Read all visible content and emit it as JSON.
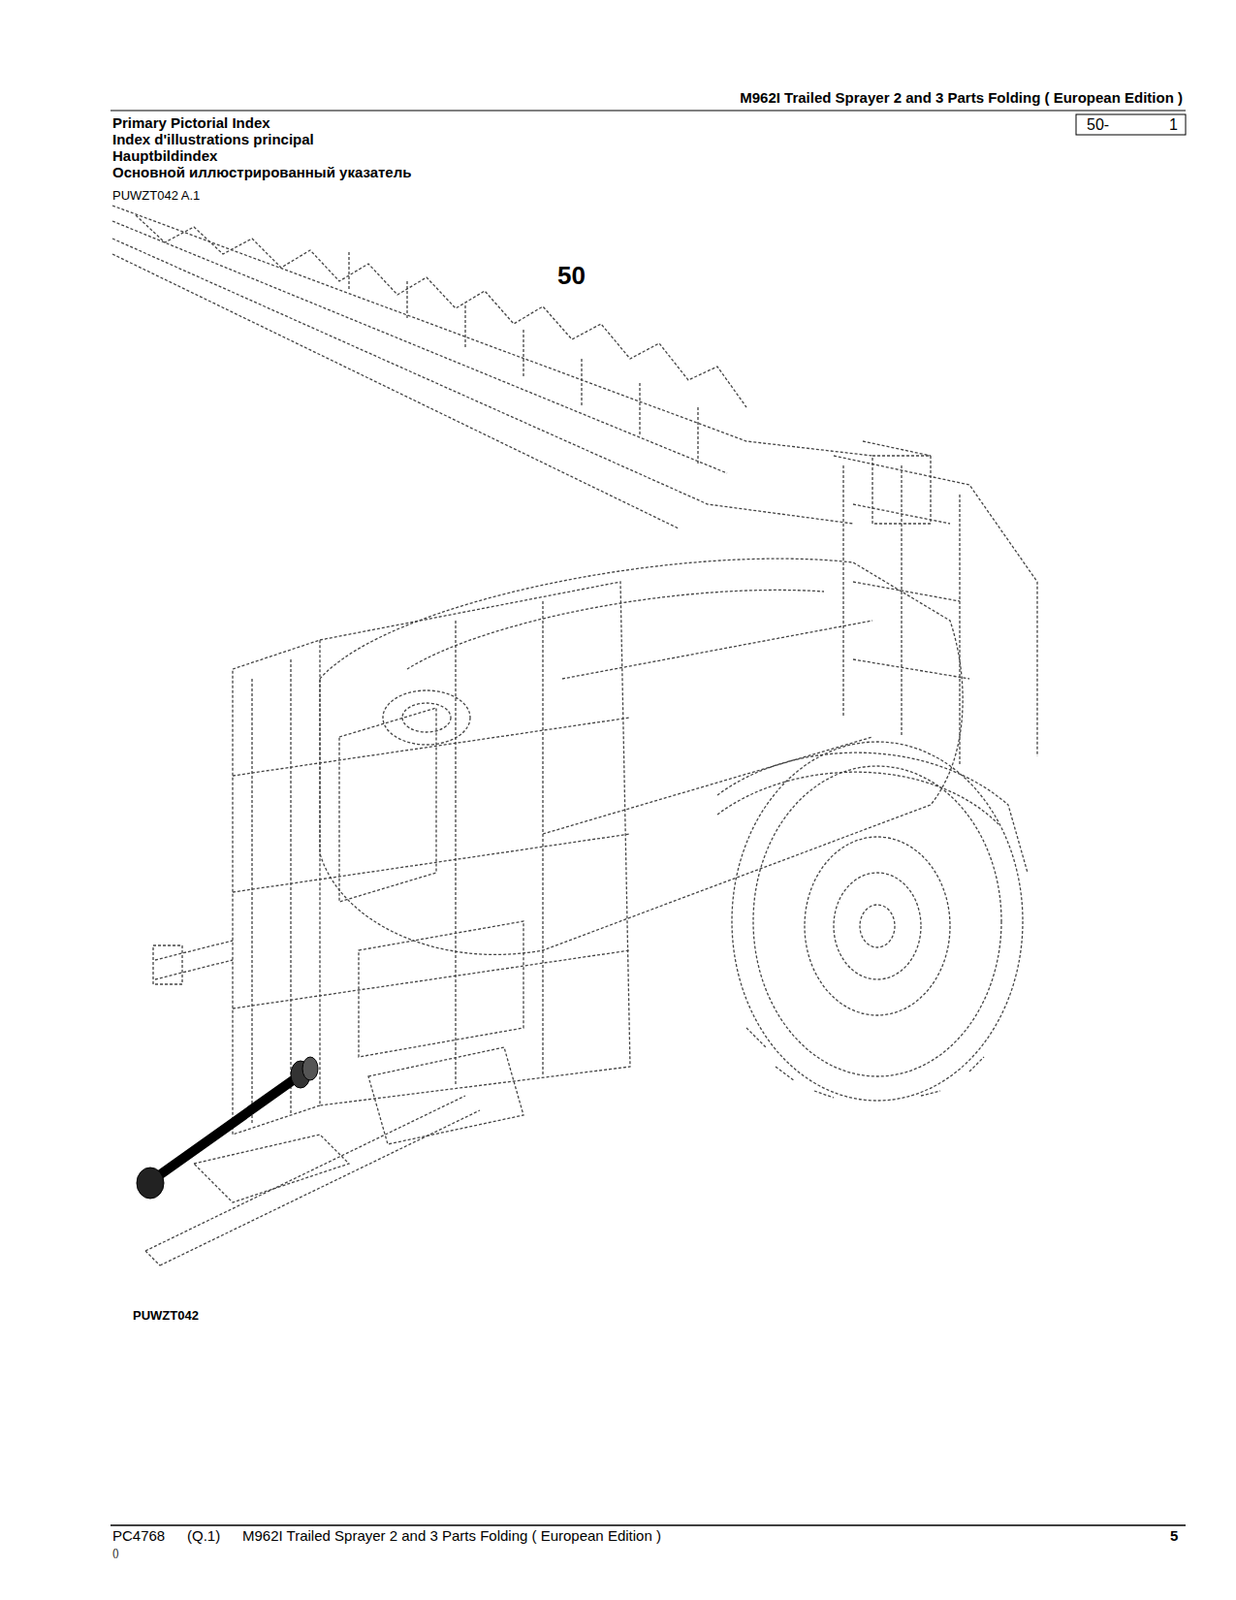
{
  "diagram": {
    "title": "M962I Trailed Sprayer 2 and 3 Parts Folding ( European Edition )",
    "labels": [
      "50-",
      "1",
      "Primary Pictorial Index",
      "Index d'illustrations principal",
      "Hauptbildindex",
      "Основной иллюстрированный указатель",
      "PUWZT042 A.1",
      "50",
      "PUWZT042",
      "PC4768",
      "(Q.1)",
      "M962I Trailed Sprayer 2 and 3 Parts Folding ( European Edition )",
      "5",
      "()"
    ]
  }
}
